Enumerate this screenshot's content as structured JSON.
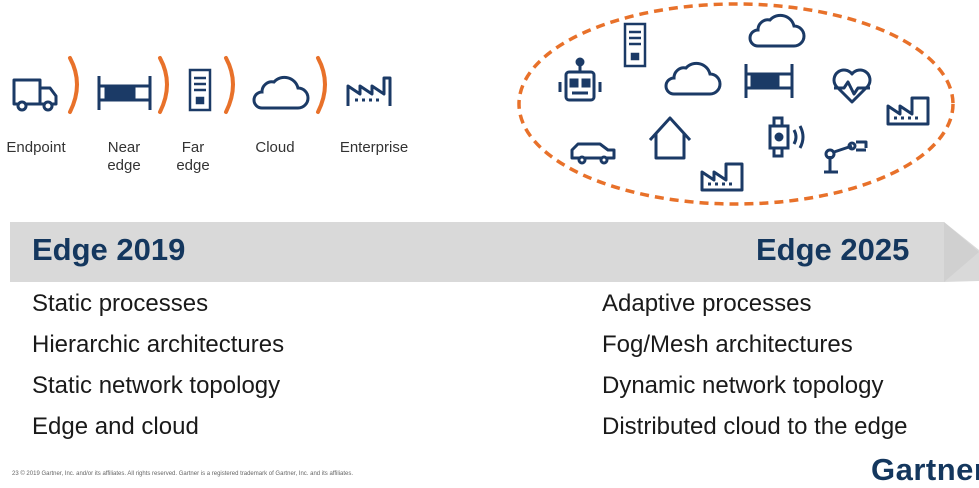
{
  "tiers": [
    {
      "label": "Endpoint",
      "icon": "truck-icon"
    },
    {
      "label": "Near\nedge",
      "icon": "server-rack-icon"
    },
    {
      "label": "Far\nedge",
      "icon": "server-tower-icon"
    },
    {
      "label": "Cloud",
      "icon": "cloud-icon"
    },
    {
      "label": "Enterprise",
      "icon": "factory-icon"
    }
  ],
  "cluster_icons": [
    "robot-icon",
    "server-tower-icon",
    "cloud-icon",
    "cloud-icon",
    "server-rack-icon",
    "heart-rate-icon",
    "factory-icon",
    "car-icon",
    "house-icon",
    "smartwatch-icon",
    "robot-arm-icon",
    "factory-icon"
  ],
  "banner": {
    "left_title": "Edge 2019",
    "right_title": "Edge 2025"
  },
  "left_items": [
    "Static processes",
    "Hierarchic architectures",
    "Static network topology",
    "Edge and cloud"
  ],
  "right_items": [
    "Adaptive processes",
    "Fog/Mesh architectures",
    "Dynamic network topology",
    "Distributed cloud to the edge"
  ],
  "footer": "23   © 2019 Gartner, Inc. and/or its affiliates. All rights reserved. Gartner is a registered trademark of Gartner, Inc. and its affiliates.",
  "logo": "Gartner",
  "colors": {
    "icon": "#1b3a66",
    "accent": "#e8712a",
    "banner": "#d9d9d9",
    "title": "#14375e"
  }
}
